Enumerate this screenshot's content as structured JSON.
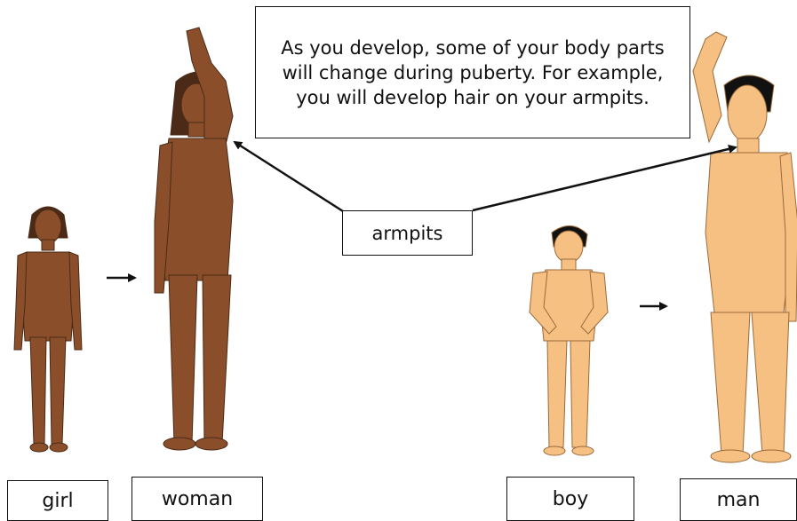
{
  "callout": {
    "text": "As you develop, some of your body parts will change during puberty. For example, you will develop hair on your armpits."
  },
  "labels": {
    "armpits": "armpits",
    "girl": "girl",
    "woman": "woman",
    "boy": "boy",
    "man": "man"
  },
  "colors": {
    "dark_skin": "#8a4f2a",
    "dark_outline": "#4a2a16",
    "hair_dark": "#4b2a17",
    "light_skin": "#f6c083",
    "light_outline": "#9a6a3a",
    "hair_black": "#111111"
  }
}
